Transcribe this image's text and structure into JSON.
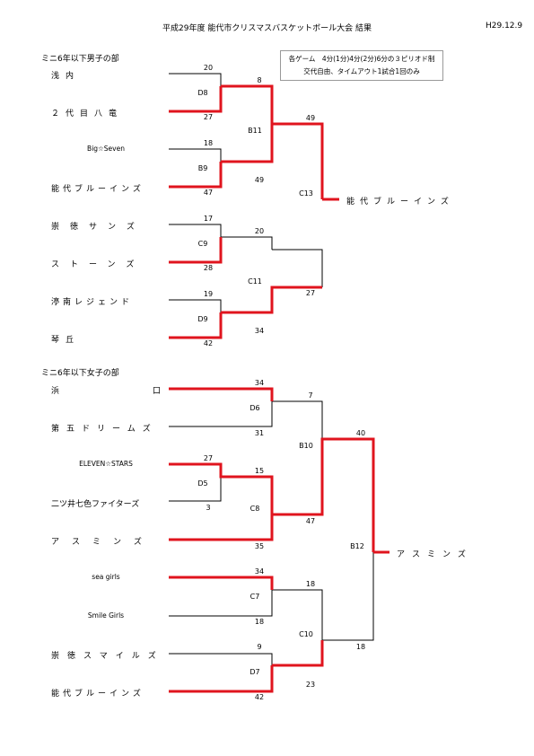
{
  "header": {
    "title": "平成29年度 能代市クリスマスバスケットボール大会 結果",
    "date": "H29.12.9"
  },
  "rules": {
    "line1": "各ゲーム　4分(1分)4分(2分)6分の３ピリオド制",
    "line2": "交代自由、タイムアウト1試合1回のみ"
  },
  "boys": {
    "section_label": "ミニ6年以下男子の部",
    "teams": [
      "浅内",
      "２代目八竜",
      "Big☆Seven",
      "能代ブルーインズ",
      "崇徳サンズ",
      "ストーンズ",
      "渟南レジェンド",
      "琴丘"
    ],
    "games": {
      "D8": "D8",
      "B9": "B9",
      "C9": "C9",
      "D9": "D9",
      "B11": "B11",
      "C11": "C11",
      "C13": "C13"
    },
    "scores": {
      "D8_top": "20",
      "D8_bot": "27",
      "B9_top": "18",
      "B9_bot": "47",
      "C9_top": "17",
      "C9_bot": "28",
      "D9_top": "19",
      "D9_bot": "42",
      "B11_top": "8",
      "B11_bot": "49",
      "C11_top": "20",
      "C11_bot": "34",
      "C13_top": "49",
      "C13_bot": "27"
    },
    "champion": "能代ブルーインズ"
  },
  "girls": {
    "section_label": "ミニ6年以下女子の部",
    "teams": [
      "浜口",
      "第五ドリームズ",
      "ELEVEN☆STARS",
      "二ツ井七色ファイターズ",
      "アスミンズ",
      "sea girls",
      "Smile Girls",
      "崇徳スマイルズ",
      "能代ブルーインズ"
    ],
    "games": {
      "D6": "D6",
      "D5": "D5",
      "C8": "C8",
      "B10": "B10",
      "C7": "C7",
      "D7": "D7",
      "C10": "C10",
      "B12": "B12"
    },
    "scores": {
      "D6_top": "34",
      "D6_bot": "31",
      "D5_top": "27",
      "D5_bot": "3",
      "C8_top": "15",
      "C8_bot": "35",
      "B10_top": "7",
      "B10_bot": "47",
      "C7_top": "34",
      "C7_bot": "18",
      "D7_top": "9",
      "D7_bot": "42",
      "C10_top": "18",
      "C10_bot": "23",
      "B12_top": "40",
      "B12_bot": "18"
    },
    "champion": "アスミンズ"
  },
  "colors": {
    "winner_line": "#e0141e",
    "loser_line": "#000000",
    "rules_border": "#999999"
  }
}
